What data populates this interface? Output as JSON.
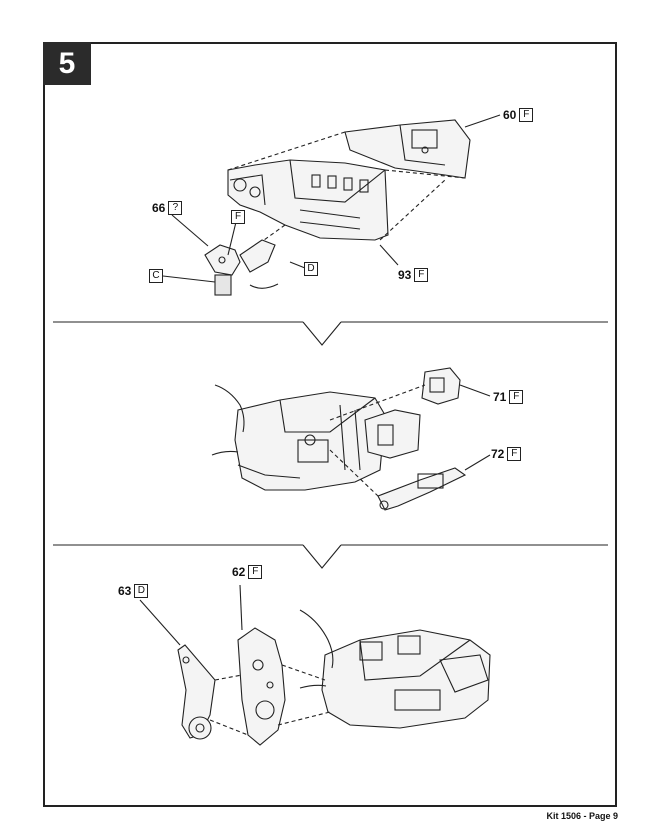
{
  "step": {
    "number": "5"
  },
  "footer": {
    "text": "Kit 1506 - Page 9"
  },
  "callouts": {
    "p60": {
      "num": "60",
      "code": "F"
    },
    "p66": {
      "num": "66",
      "code": "?"
    },
    "p93": {
      "num": "93",
      "code": "F"
    },
    "p71": {
      "num": "71",
      "code": "F"
    },
    "p72": {
      "num": "72",
      "code": "F"
    },
    "p63": {
      "num": "63",
      "code": "D"
    },
    "p62": {
      "num": "62",
      "code": "F"
    }
  },
  "letters": {
    "f": "F",
    "c": "C",
    "d": "D"
  }
}
